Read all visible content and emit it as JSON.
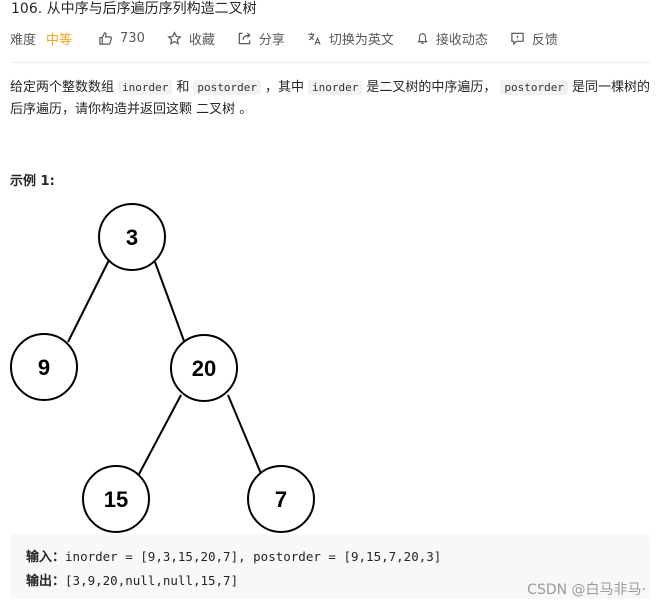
{
  "problem": {
    "title": "106. 从中序与后序遍历序列构造二叉树",
    "difficulty_label": "难度",
    "difficulty": "中等",
    "likes": "730",
    "favorite_label": "收藏",
    "share_label": "分享",
    "switch_lang_label": "切换为英文",
    "notify_label": "接收动态",
    "feedback_label": "反馈"
  },
  "description": {
    "p1": "给定两个整数数组",
    "code_inorder": "inorder",
    "p2": "和",
    "code_postorder": "postorder",
    "p3": "，其中",
    "code_inorder_2": "inorder",
    "p4": "是二叉树的中序遍历，",
    "code_postorder_2": "postorder",
    "p5": "是同一棵树的后序遍历，请你构造并返回这颗 二叉树 。"
  },
  "example": {
    "title": "示例 1:",
    "tree_nodes": [
      "3",
      "9",
      "20",
      "15",
      "7"
    ],
    "input_label": "输入：",
    "input_value": "inorder = [9,3,15,20,7], postorder = [9,15,7,20,3]",
    "output_label": "输出：",
    "output_value": "[3,9,20,null,null,15,7]"
  },
  "watermark": "CSDN @白马非马·",
  "colors": {
    "accent": "#ffa116",
    "text": "#262626",
    "meta": "#595959",
    "io_bg": "#f7f8fa"
  }
}
